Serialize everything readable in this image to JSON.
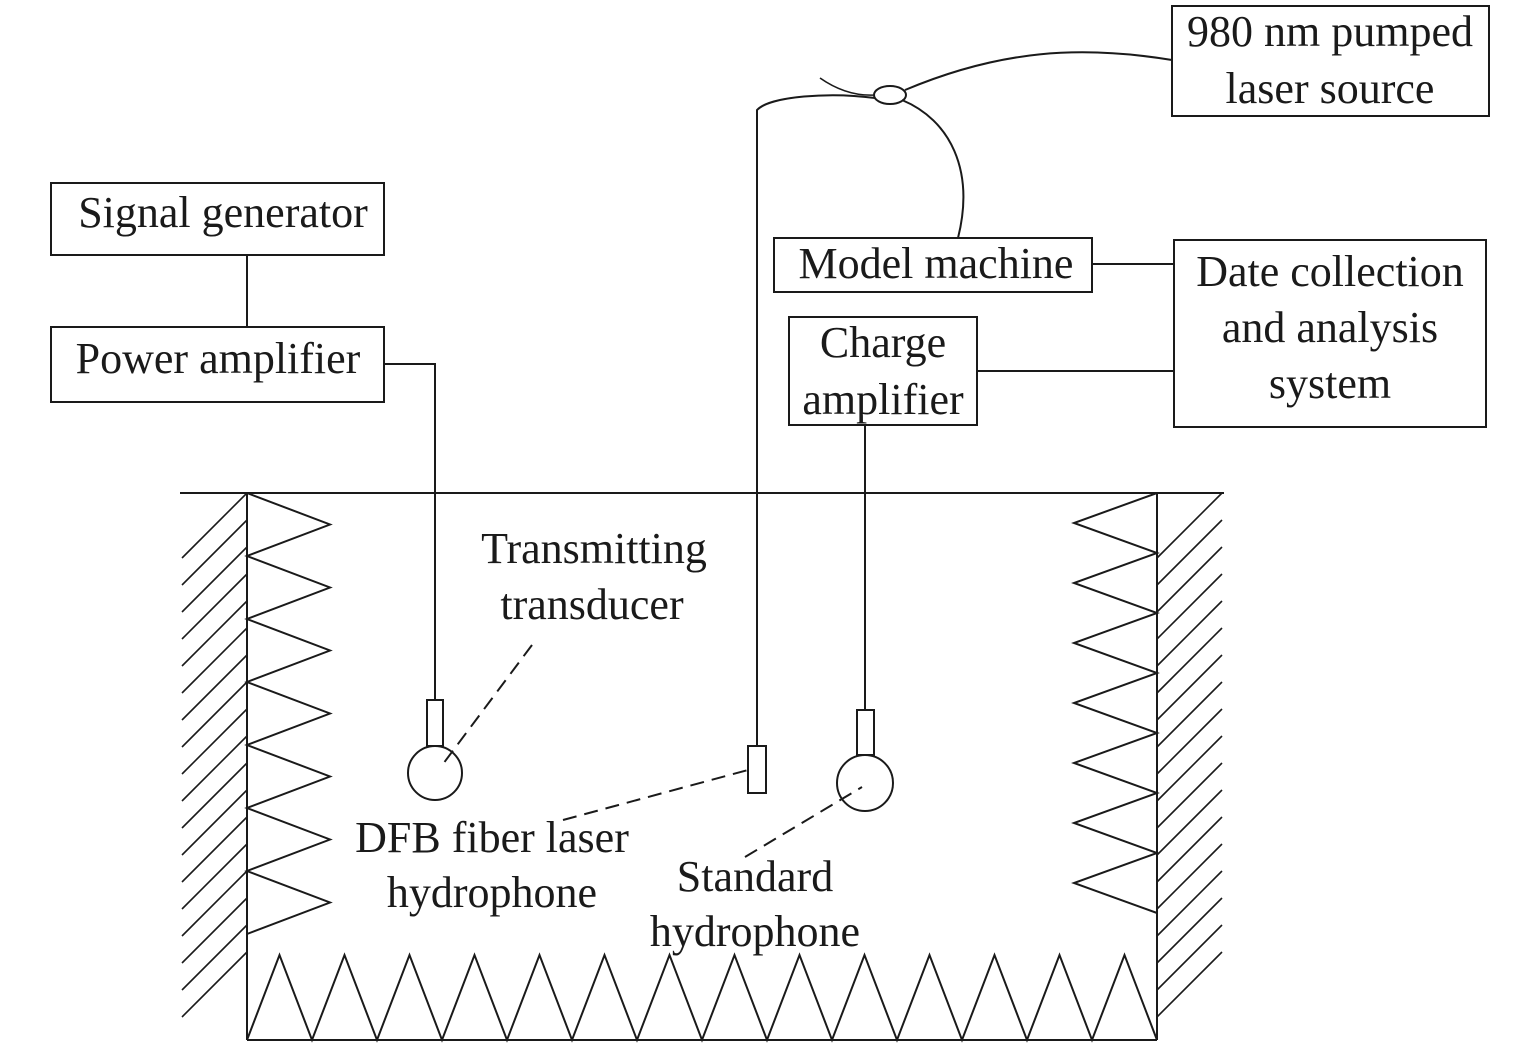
{
  "boxes": {
    "signal_generator": "Signal generator",
    "power_amplifier": "Power amplifier",
    "laser_source_line1": "980 nm pumped",
    "laser_source_line2": "laser source",
    "model_machine": "Model machine",
    "data_system_line1": "Date collection",
    "data_system_line2": "and analysis",
    "data_system_line3": "system",
    "charge_amp_line1": "Charge",
    "charge_amp_line2": "amplifier"
  },
  "labels": {
    "transmitting_line1": "Transmitting",
    "transmitting_line2": "transducer",
    "dfb_line1": "DFB fiber laser",
    "dfb_line2": "hydrophone",
    "standard_line1": "Standard",
    "standard_line2": "hydrophone"
  },
  "colors": {
    "stroke": "#1a1a1a",
    "background": "#ffffff"
  }
}
